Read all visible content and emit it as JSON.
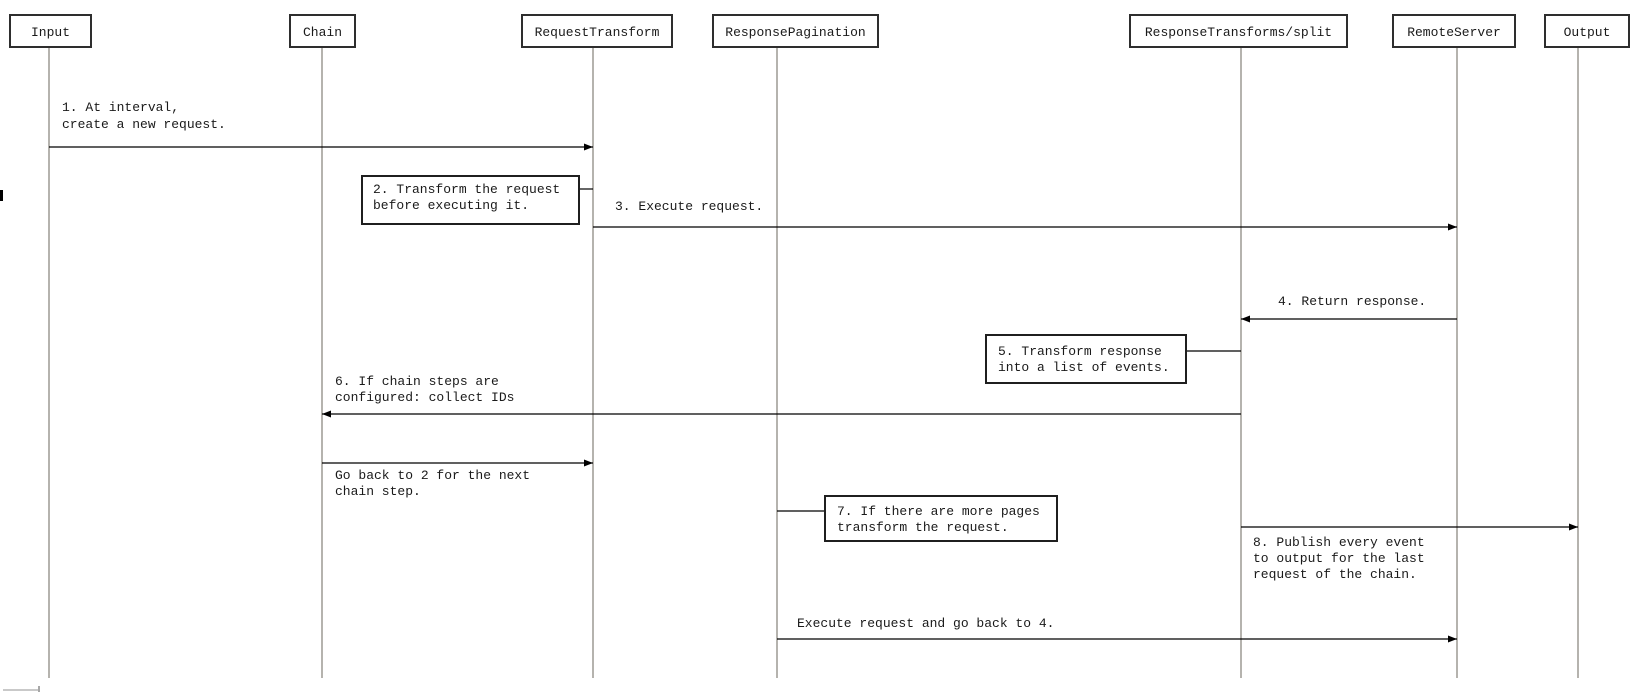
{
  "diagram": {
    "type": "sequence-diagram",
    "participants": {
      "input": {
        "label": "Input"
      },
      "chain": {
        "label": "Chain"
      },
      "request_transform": {
        "label": "RequestTransform"
      },
      "response_pagination": {
        "label": "ResponsePagination"
      },
      "response_transforms_split": {
        "label": "ResponseTransforms/split"
      },
      "remote_server": {
        "label": "RemoteServer"
      },
      "output": {
        "label": "Output"
      }
    },
    "messages": {
      "m1": {
        "from": "Input",
        "to": "RequestTransform",
        "lines": [
          "1. At interval,",
          "create a new request."
        ]
      },
      "m3": {
        "from": "RequestTransform",
        "to": "RemoteServer",
        "label": "3. Execute request."
      },
      "m4": {
        "from": "RemoteServer",
        "to": "ResponseTransforms/split",
        "label": "4. Return response."
      },
      "m6": {
        "from": "ResponseTransforms/split",
        "to": "Chain",
        "lines": [
          "6. If chain steps are",
          "configured: collect IDs"
        ]
      },
      "m7": {
        "from": "Chain",
        "to": "RequestTransform",
        "lines": [
          "Go back to 2 for the next",
          "chain step."
        ]
      },
      "m8": {
        "from": "ResponseTransforms/split",
        "to": "Output",
        "lines": [
          "8. Publish every event",
          "to output for the last",
          "request of the chain."
        ]
      },
      "m9": {
        "from": "ResponsePagination",
        "to": "RemoteServer",
        "label": "Execute request and go back to 4."
      }
    },
    "notes": {
      "n2": {
        "attached_to": "RequestTransform",
        "lines": [
          "2. Transform the request",
          "before executing it."
        ]
      },
      "n5": {
        "attached_to": "ResponseTransforms/split",
        "lines": [
          "5. Transform response",
          "into a list of events."
        ]
      },
      "n7": {
        "attached_to": "ResponsePagination",
        "lines": [
          "7. If there are more pages",
          "transform the request."
        ]
      }
    },
    "colors": {
      "background": "#ffffff",
      "text": "#1a1a1a",
      "message_line": "#000000",
      "lifeline": "#6b675d",
      "box_border": "#2e2e2e"
    }
  }
}
